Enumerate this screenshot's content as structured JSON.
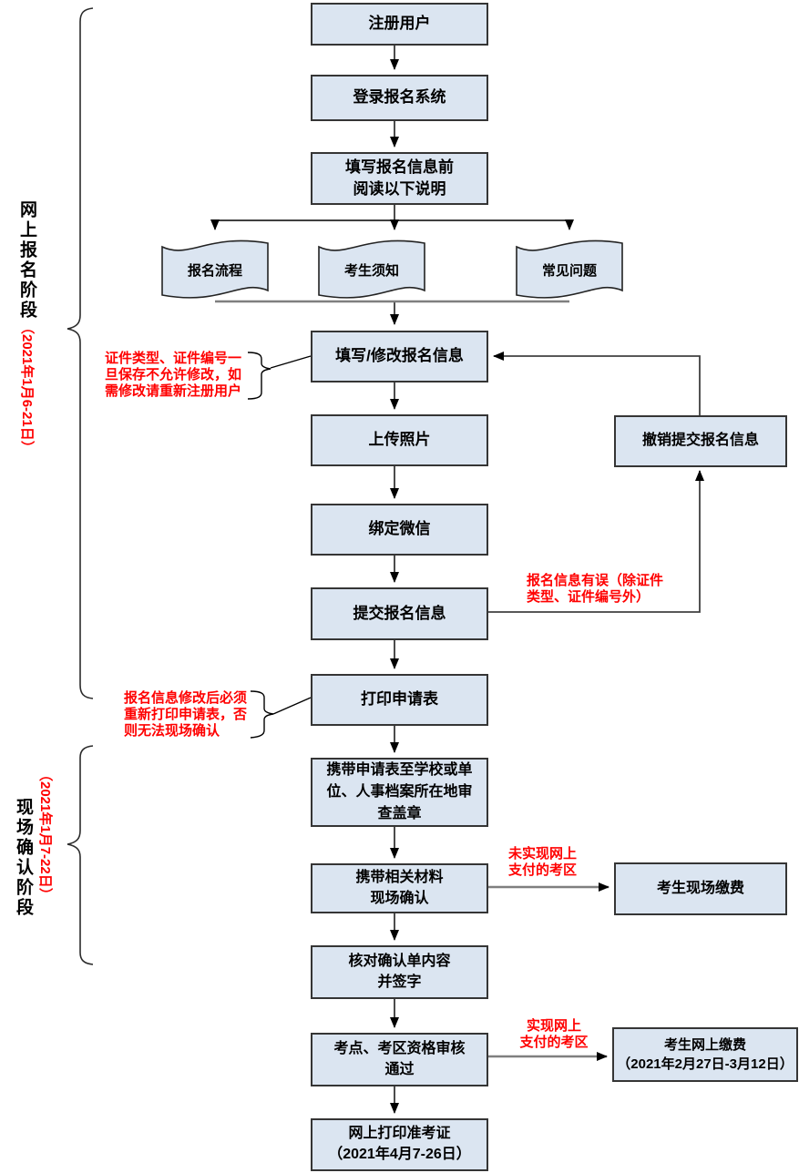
{
  "stage_labels": [
    {
      "phase": "网上报名阶段",
      "dates": "（2021年1月6-21日）"
    },
    {
      "phase": "现场确认阶段",
      "dates": "（2021年1月7-22日）"
    }
  ],
  "nodes": [
    {
      "label": "注册用户"
    },
    {
      "label": "登录报名系统"
    },
    {
      "label": "填写报名信息前\n阅读以下说明"
    },
    {
      "label": "填写/修改报名信息"
    },
    {
      "label": "上传照片"
    },
    {
      "label": "绑定微信"
    },
    {
      "label": "提交报名信息"
    },
    {
      "label": "打印申请表"
    },
    {
      "label": "携带申请表至学校或单\n位、人事档案所在地审\n查盖章"
    },
    {
      "label": "携带相关材料\n现场确认"
    },
    {
      "label": "核对确认单内容\n并签字"
    },
    {
      "label": "考点、考区资格审核\n通过"
    },
    {
      "label": "网上打印准考证\n（2021年4月7-26日）"
    }
  ],
  "docs": [
    {
      "label": "报名流程"
    },
    {
      "label": "考生须知"
    },
    {
      "label": "常见问题"
    }
  ],
  "side_nodes": [
    {
      "label": "撤销提交报名信息"
    },
    {
      "label": "考生现场缴费"
    },
    {
      "label": "考生网上缴费\n（2021年2月27日-3月12日）"
    }
  ],
  "annotations": [
    {
      "text": "证件类型、证件编号一\n旦保存不允许修改，如\n需修改请重新注册用户"
    },
    {
      "text": "报名信息修改后必须\n重新打印申请表，否\n则无法现场确认"
    },
    {
      "text": "报名信息有误（除证件\n类型、证件编号外）"
    },
    {
      "text": "未实现网上\n支付的考区"
    },
    {
      "text": "实现网上\n支付的考区"
    }
  ],
  "colors": {
    "node_fill": "#dbe5f1",
    "node_border": "#353535",
    "annotation_red": "#ff0000",
    "connector_gray": "#7f7f7f",
    "line_black": "#000000"
  }
}
